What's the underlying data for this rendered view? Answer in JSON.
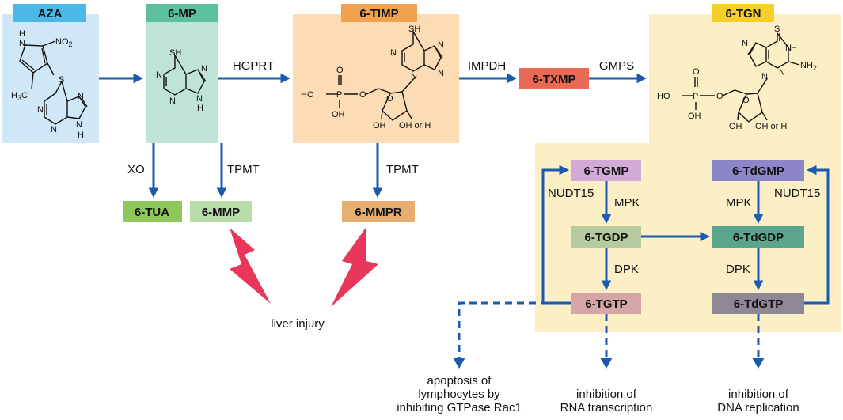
{
  "colors": {
    "arrow": "#1a5bb0",
    "aza_panel": "#cfe7f7",
    "aza_label": "#4bb8e8",
    "mp_panel": "#bfe3d6",
    "mp_label": "#5cbfa0",
    "timp_panel": "#fbdcb4",
    "timp_label": "#f0a24e",
    "tgn_panel": "#fcefc5",
    "tgn_label": "#f6cf2a",
    "txmp": "#e86a55",
    "tua": "#8fc85a",
    "mmp": "#b9dcaa",
    "mmpr": "#e6ae70",
    "tgmp": "#d3a9d7",
    "tgdp": "#b6caa0",
    "tgtp": "#d6a5a5",
    "tdgmp": "#8b86c8",
    "tdgdp": "#5aa58c",
    "tdgtp": "#8e8794",
    "lightning": "#e8375a"
  },
  "panels": {
    "aza": "AZA",
    "mp": "6-MP",
    "timp": "6-TIMP",
    "tgn": "6-TGN"
  },
  "nodes": {
    "txmp": "6-TXMP",
    "tua": "6-TUA",
    "mmp": "6-MMP",
    "mmpr": "6-MMPR",
    "tgmp": "6-TGMP",
    "tgdp": "6-TGDP",
    "tgtp": "6-TGTP",
    "tdgmp": "6-TdGMP",
    "tdgdp": "6-TdGDP",
    "tdgtp": "6-TdGTP"
  },
  "enzymes": {
    "hgprt": "HGPRT",
    "impdh": "IMPDH",
    "gmps": "GMPS",
    "xo": "XO",
    "tpmt1": "TPMT",
    "tpmt2": "TPMT",
    "nudt15_left": "NUDT15",
    "nudt15_right": "NUDT15",
    "mpk_left": "MPK",
    "mpk_right": "MPK",
    "dpk_left": "DPK",
    "dpk_right": "DPK"
  },
  "chem": {
    "nh": "H",
    "n": "N",
    "no2": "NO",
    "no2_sub": "2",
    "s": "S",
    "h3c": "H",
    "h3c_sub": "3",
    "c": "C",
    "sh": "SH",
    "nh_h": "H",
    "ho": "HO",
    "p": "P",
    "o": "O",
    "oh": "OH",
    "or_h": "OH or H",
    "nh2": "NH",
    "nh2_sub": "2"
  },
  "outcomes": {
    "liver": "liver injury",
    "apoptosis": [
      "apoptosis of",
      "lymphocytes by",
      "inhibiting GTPase Rac1"
    ],
    "rna": [
      "inhibition of",
      "RNA transcription"
    ],
    "dna": [
      "inhibition of",
      "DNA replication"
    ]
  }
}
